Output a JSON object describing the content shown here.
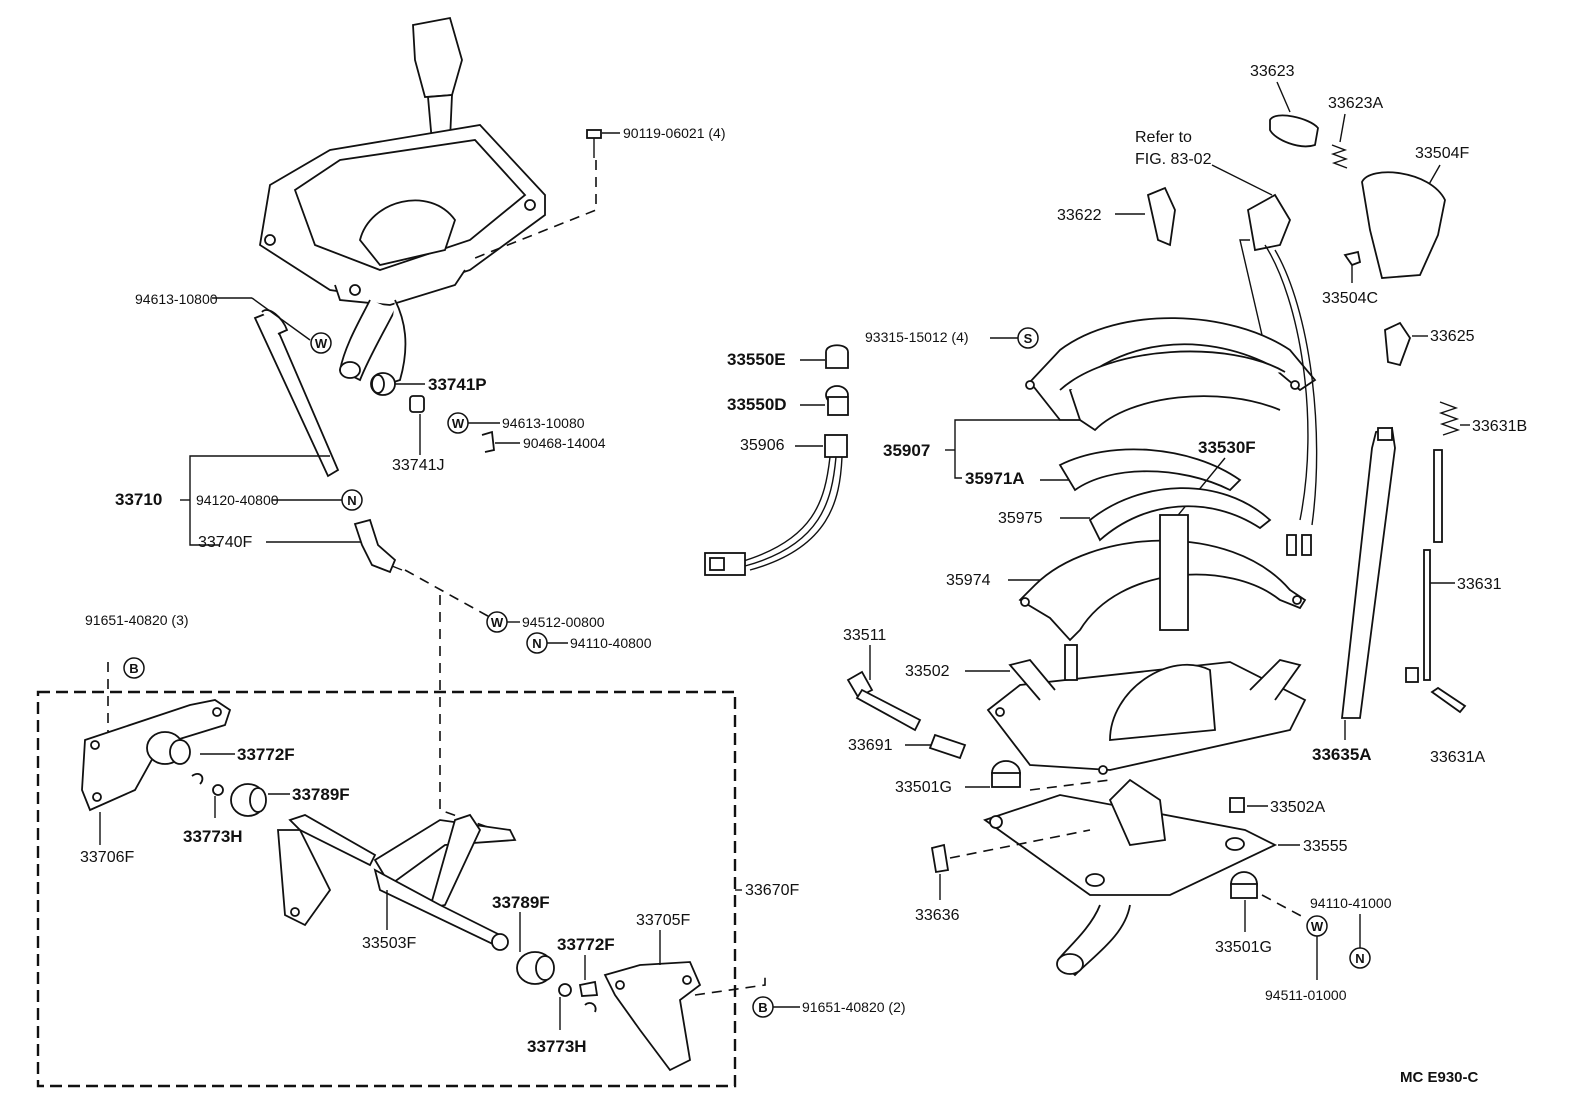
{
  "drawing_code": "MC  E930-C",
  "refer_note": [
    "Refer to",
    "FIG. 83-02"
  ],
  "labels": {
    "p90119": "90119-06021 (4)",
    "p94613a": "94613-10800",
    "p33741P": "33741P",
    "p94613b": "94613-10080",
    "p90468": "90468-14004",
    "p33741J": "33741J",
    "p33710": "33710",
    "p94120": "94120-40800",
    "p33740F": "33740F",
    "p94512": "94512-00800",
    "p94110a": "94110-40800",
    "p91651a": "91651-40820 (3)",
    "p33772Fa": "33772F",
    "p33789Fa": "33789F",
    "p33773Ha": "33773H",
    "p33706F": "33706F",
    "p33503F": "33503F",
    "p33789Fb": "33789F",
    "p33772Fb": "33772F",
    "p33705F": "33705F",
    "p33670F": "33670F",
    "p33773Hb": "33773H",
    "p91651b": "91651-40820 (2)",
    "p33550E": "33550E",
    "p33550D": "33550D",
    "p35906": "35906",
    "p93315": "93315-15012 (4)",
    "p35907": "35907",
    "p35971A": "35971A",
    "p35975": "35975",
    "p35974": "35974",
    "p33530F": "33530F",
    "p33511": "33511",
    "p33502": "33502",
    "p33691": "33691",
    "p33501Ga": "33501G",
    "p33502A": "33502A",
    "p33555": "33555",
    "p33636": "33636",
    "p33501Gb": "33501G",
    "p94110b": "94110-41000",
    "p94511": "94511-01000",
    "p33623": "33623",
    "p33623A": "33623A",
    "p33504F": "33504F",
    "p33622": "33622",
    "p33504C": "33504C",
    "p33625": "33625",
    "p33631B": "33631B",
    "p33631": "33631",
    "p33635A": "33635A",
    "p33631A": "33631A"
  },
  "symbols": {
    "w": "W",
    "n": "N",
    "b": "B",
    "s": "S"
  }
}
